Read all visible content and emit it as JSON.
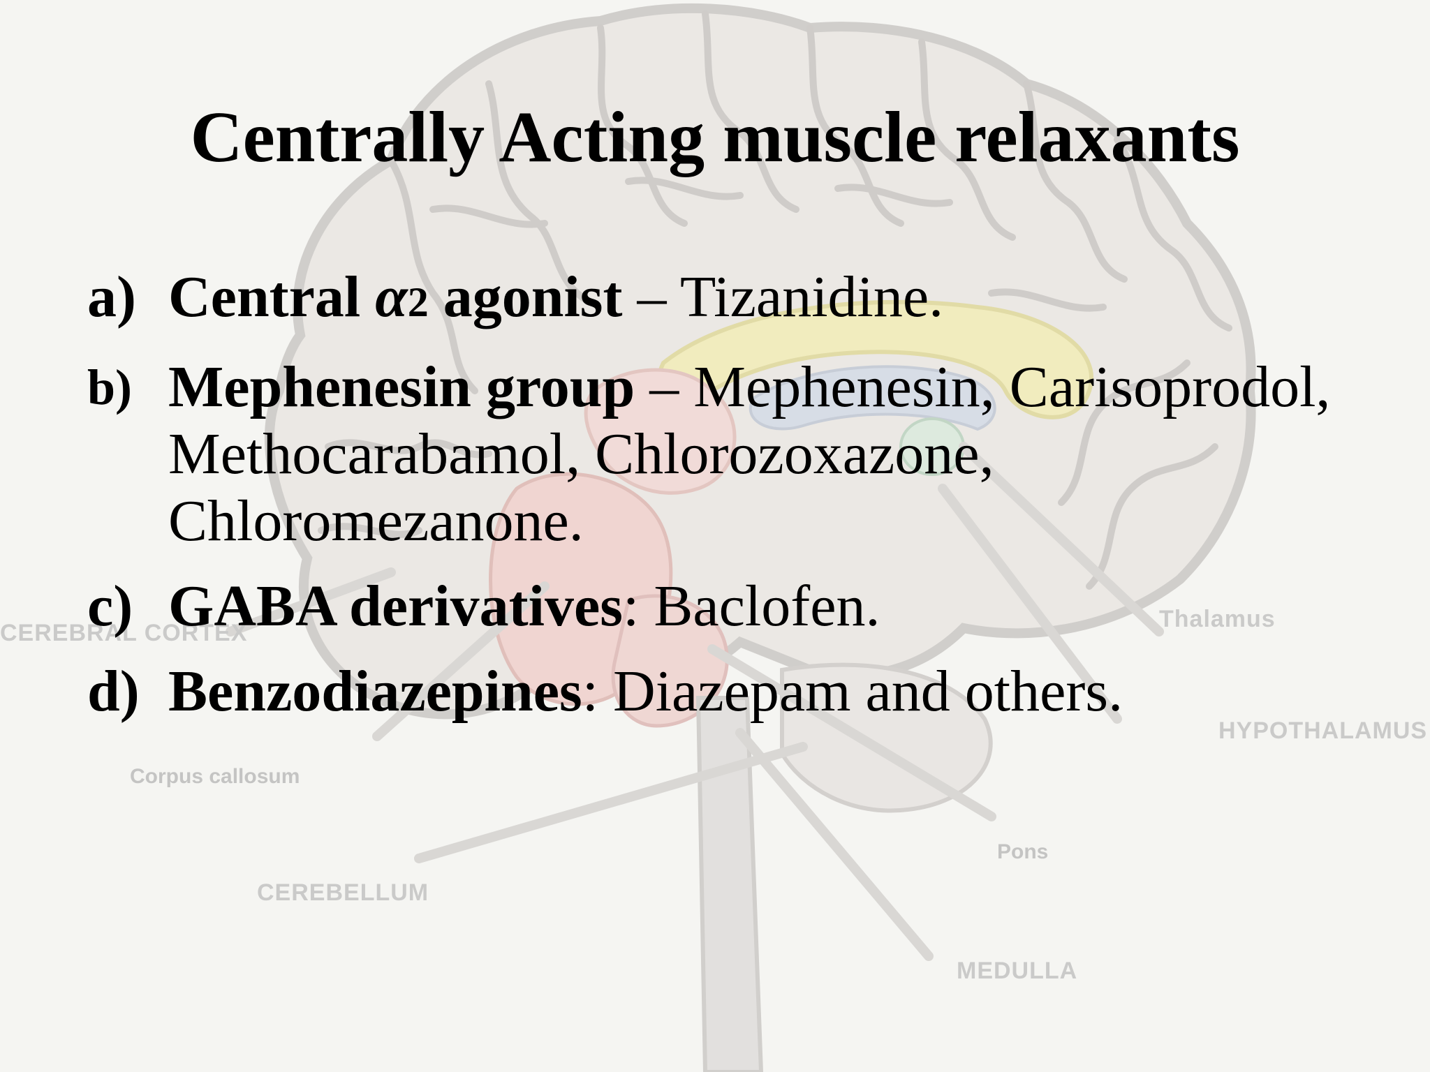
{
  "slide": {
    "title": "Centrally Acting muscle relaxants",
    "background_labels": {
      "cerebral_cortex": "CEREBRAL CORTEX",
      "thalamus": "Thalamus",
      "hypothalamus": "HYPOTHALAMUS",
      "corpus_callosum": "Corpus callosum",
      "pons": "Pons",
      "cerebellum": "CEREBELLUM",
      "medulla": "MEDULLA"
    },
    "items": [
      {
        "marker": "a)",
        "term_prefix": "Central ",
        "alpha": "α",
        "sub": "2",
        "term_suffix": " agonist",
        "separator": " – ",
        "text": "Tizanidine."
      },
      {
        "marker": "b)",
        "term": "Mephenesin group",
        "separator": " – ",
        "text": "Mephenesin, Carisoprodol, Methocarabamol, Chlorozoxazone, Chloromezanone."
      },
      {
        "marker": "c)",
        "term": "GABA derivatives",
        "separator": ": ",
        "text": "Baclofen."
      },
      {
        "marker": "d)",
        "term": "Benzodiazepines",
        "separator": ": ",
        "text": "Diazepam and others."
      }
    ]
  }
}
